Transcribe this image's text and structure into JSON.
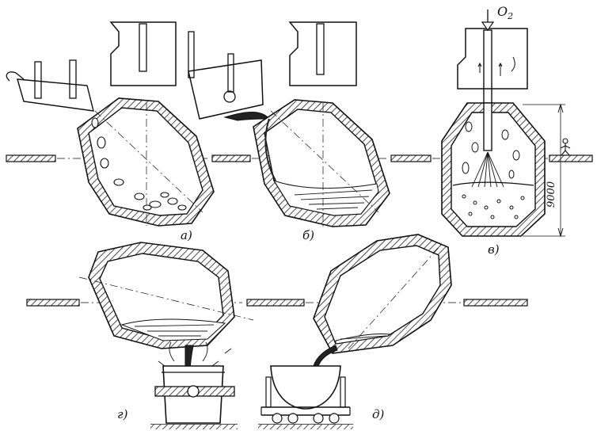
{
  "panels": {
    "a": {
      "label": "а)"
    },
    "b": {
      "label": "б)"
    },
    "v": {
      "label": "в)",
      "gas_label": "O",
      "gas_subscript": "2",
      "height_label": "9000"
    },
    "g": {
      "label": "г)"
    },
    "d": {
      "label": "д)"
    }
  },
  "colors": {
    "ink": "#111111",
    "hatch": "#333333",
    "background": "#ffffff"
  }
}
